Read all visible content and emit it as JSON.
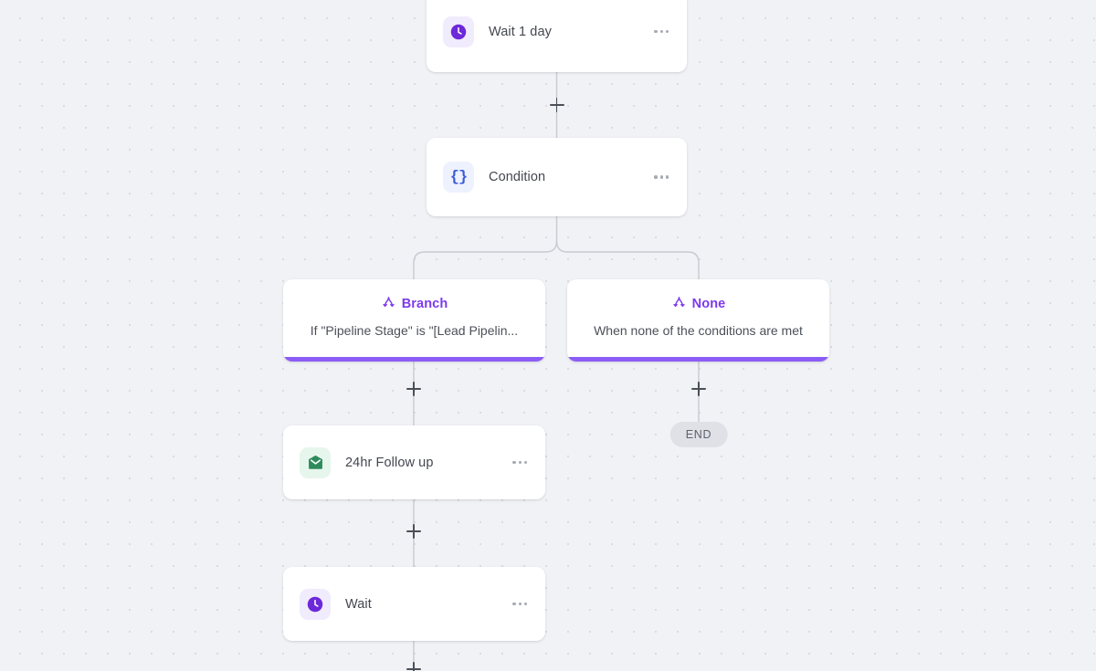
{
  "canvas": {
    "background_color": "#f0f2f5",
    "dot_color": "#d9dce3",
    "connector_color": "#c7cad2"
  },
  "colors": {
    "purple": "#7c3aed",
    "purple_bar": "#8b5cf6",
    "blue": "#3b5bdb",
    "green": "#2f8a5b",
    "text": "#44474f",
    "muted": "#5d616b"
  },
  "nodes": {
    "wait_1_day": {
      "label": "Wait 1 day",
      "icon": "clock-icon",
      "menu": "more-options"
    },
    "condition": {
      "label": "Condition",
      "icon": "braces-icon",
      "glyph": "{}",
      "menu": "more-options"
    },
    "branch": {
      "title": "Branch",
      "description": "If \"Pipeline Stage\" is \"[Lead Pipelin...",
      "icon": "branch-fork-icon"
    },
    "none_branch": {
      "title": "None",
      "description": "When none of the conditions are met",
      "icon": "branch-fork-icon"
    },
    "follow_up": {
      "label": "24hr Follow up",
      "icon": "envelope-icon",
      "menu": "more-options"
    },
    "wait": {
      "label": "Wait",
      "icon": "clock-icon",
      "menu": "more-options"
    }
  },
  "end_badge": {
    "label": "END"
  },
  "add_buttons": {
    "label": "+",
    "count": 5
  }
}
